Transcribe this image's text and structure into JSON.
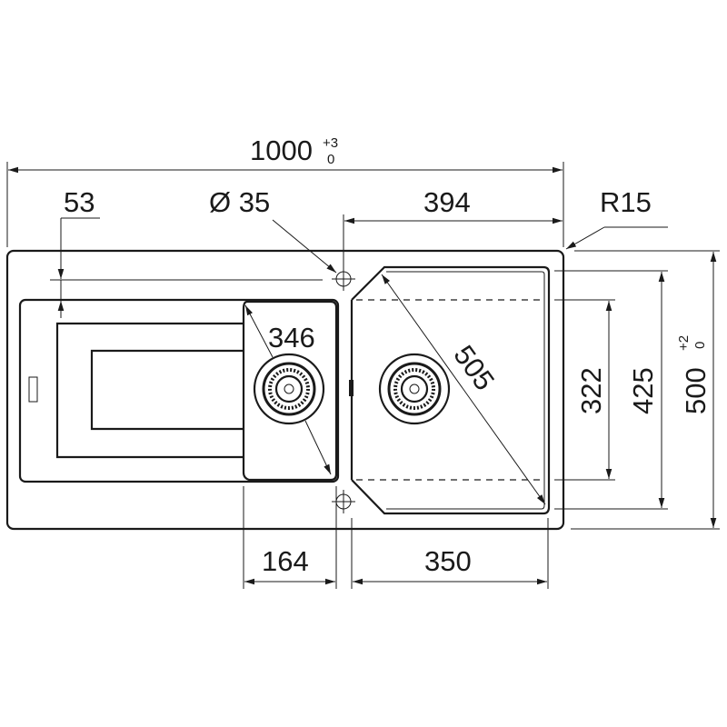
{
  "drawing": {
    "colors": {
      "line": "#1a1a1a",
      "background": "#ffffff"
    },
    "dimensions": {
      "overall_width": {
        "value": "1000",
        "tol_upper": "+3",
        "tol_lower": "0"
      },
      "drainer_offset": {
        "value": "53"
      },
      "tap_hole": {
        "value": "Ø 35"
      },
      "bowl_offset": {
        "value": "394"
      },
      "corner_radius": {
        "value": "R15"
      },
      "small_bowl_diag": {
        "value": "346"
      },
      "main_bowl_diag": {
        "value": "505"
      },
      "bowl_inner_depth": {
        "value": "322"
      },
      "bowl_depth": {
        "value": "425"
      },
      "overall_depth": {
        "value": "500",
        "tol_upper": "+2",
        "tol_lower": "0"
      },
      "small_bowl_width": {
        "value": "164"
      },
      "main_bowl_width": {
        "value": "350"
      }
    }
  }
}
